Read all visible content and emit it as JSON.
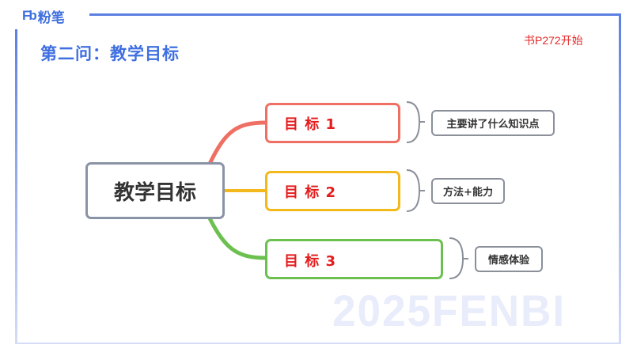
{
  "header": {
    "logo_mark": "Fb",
    "logo_text": "粉笔",
    "brand_color": "#3f6fe0"
  },
  "page": {
    "title": "第二问：教学目标",
    "note": "书P272开始",
    "note_color": "#e52a2a",
    "watermark": "2025FENBI"
  },
  "mindmap": {
    "center": {
      "label": "教学目标",
      "border_color": "#8a93a6"
    },
    "branches": [
      {
        "label": "目 标 1",
        "color": "#ef7063",
        "detail": "主要讲了什么知识点"
      },
      {
        "label": "目 标 2",
        "color": "#f2b81c",
        "detail": "方法+能力"
      },
      {
        "label": "目 标 3",
        "color": "#6cc050",
        "detail": "情感体验"
      }
    ]
  }
}
